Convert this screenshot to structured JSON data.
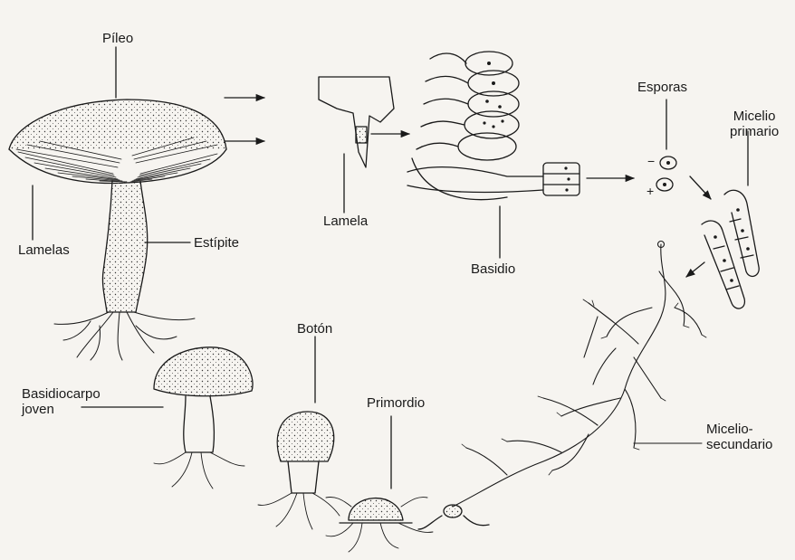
{
  "labels": {
    "pileo": "Píleo",
    "lamelas": "Lamelas",
    "estipite": "Estípite",
    "lamela": "Lamela",
    "basidio": "Basidio",
    "esporas": "Esporas",
    "micelio_primario_1": "Micelio",
    "micelio_primario_2": "primario",
    "micelio_secundario_1": "Micelio-",
    "micelio_secundario_2": "secundario",
    "boton": "Botón",
    "primordio": "Primordio",
    "basidiocarpo_1": "Basidiocarpo",
    "basidiocarpo_2": "joven",
    "spore_minus": "−",
    "spore_plus": "+"
  },
  "colors": {
    "ink": "#1a1a1a",
    "paper": "#f6f4f0"
  }
}
